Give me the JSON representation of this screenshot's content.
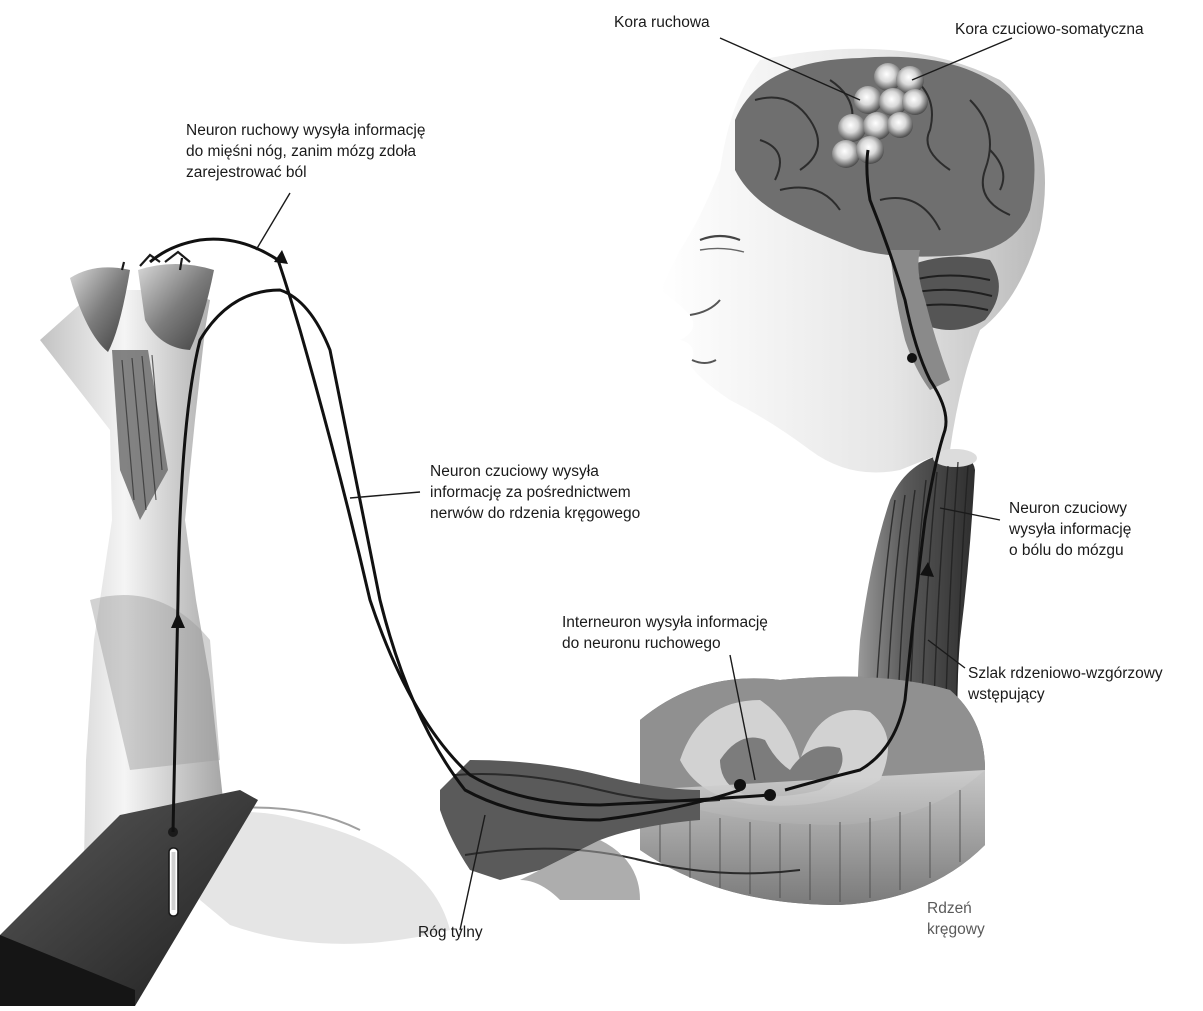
{
  "colors": {
    "background": "#ffffff",
    "ink": "#1a1a1a",
    "tissue_dark": "#3a3a3a",
    "tissue_mid": "#7a7a7a",
    "tissue_light": "#c8c8c8",
    "highlight": "#ffffff"
  },
  "labels": {
    "motor_cortex": "Kora ruchowa",
    "somatosensory_cortex": "Kora czuciowo-somatyczna",
    "motor_neuron": "Neuron ruchowy wysyła informację\ndo mięśni nóg, zanim mózg zdoła\nzarejestrować ból",
    "sensory_neuron_nerves": "Neuron czuciowy wysyła\ninformację za pośrednictwem\nnerwów do rdzenia kręgowego",
    "sensory_neuron_brain": "Neuron czuciowy\nwysyła informację\no bólu do mózgu",
    "interneuron": "Interneuron  wysyła informację\ndo neuronu ruchowego",
    "spinothalamic_tract": "Szlak rdzeniowo-wzgórzowy\nwstępujący",
    "dorsal_horn": "Róg tylny",
    "spinal_cord": "Rdzeń\nkręgowy"
  },
  "icons": {
    "pin": "pin-icon",
    "direction": "arrow-icon"
  }
}
